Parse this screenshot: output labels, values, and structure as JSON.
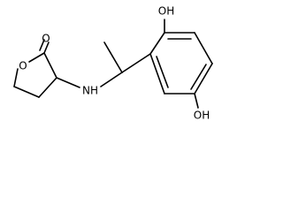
{
  "atom_labels": {
    "ring_oxygen": "O",
    "carbonyl_oxygen": "O",
    "amine": "NH",
    "hydroxyl_top": "OH",
    "hydroxyl_bottom": "OH"
  }
}
